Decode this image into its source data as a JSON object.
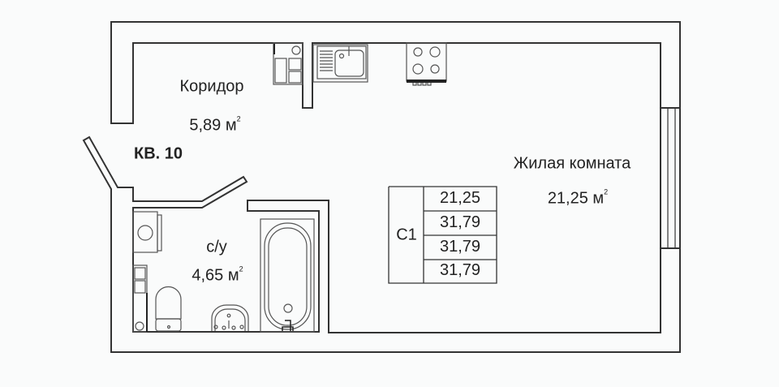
{
  "apartment": {
    "label": "КВ. 10"
  },
  "rooms": [
    {
      "name": "Коридор",
      "area": "5,89 м",
      "unit_sup": "2"
    },
    {
      "name": "Жилая комната",
      "area": "21,25 м",
      "unit_sup": "2"
    },
    {
      "name": "с/у",
      "area": "4,65 м",
      "unit_sup": "2"
    }
  ],
  "area_table": {
    "type_label": "С1",
    "values": [
      "21,25",
      "31,79",
      "31,79",
      "31,79"
    ]
  },
  "colors": {
    "wall": "#333333",
    "fixture": "#555555",
    "background": "#fafbfb"
  }
}
